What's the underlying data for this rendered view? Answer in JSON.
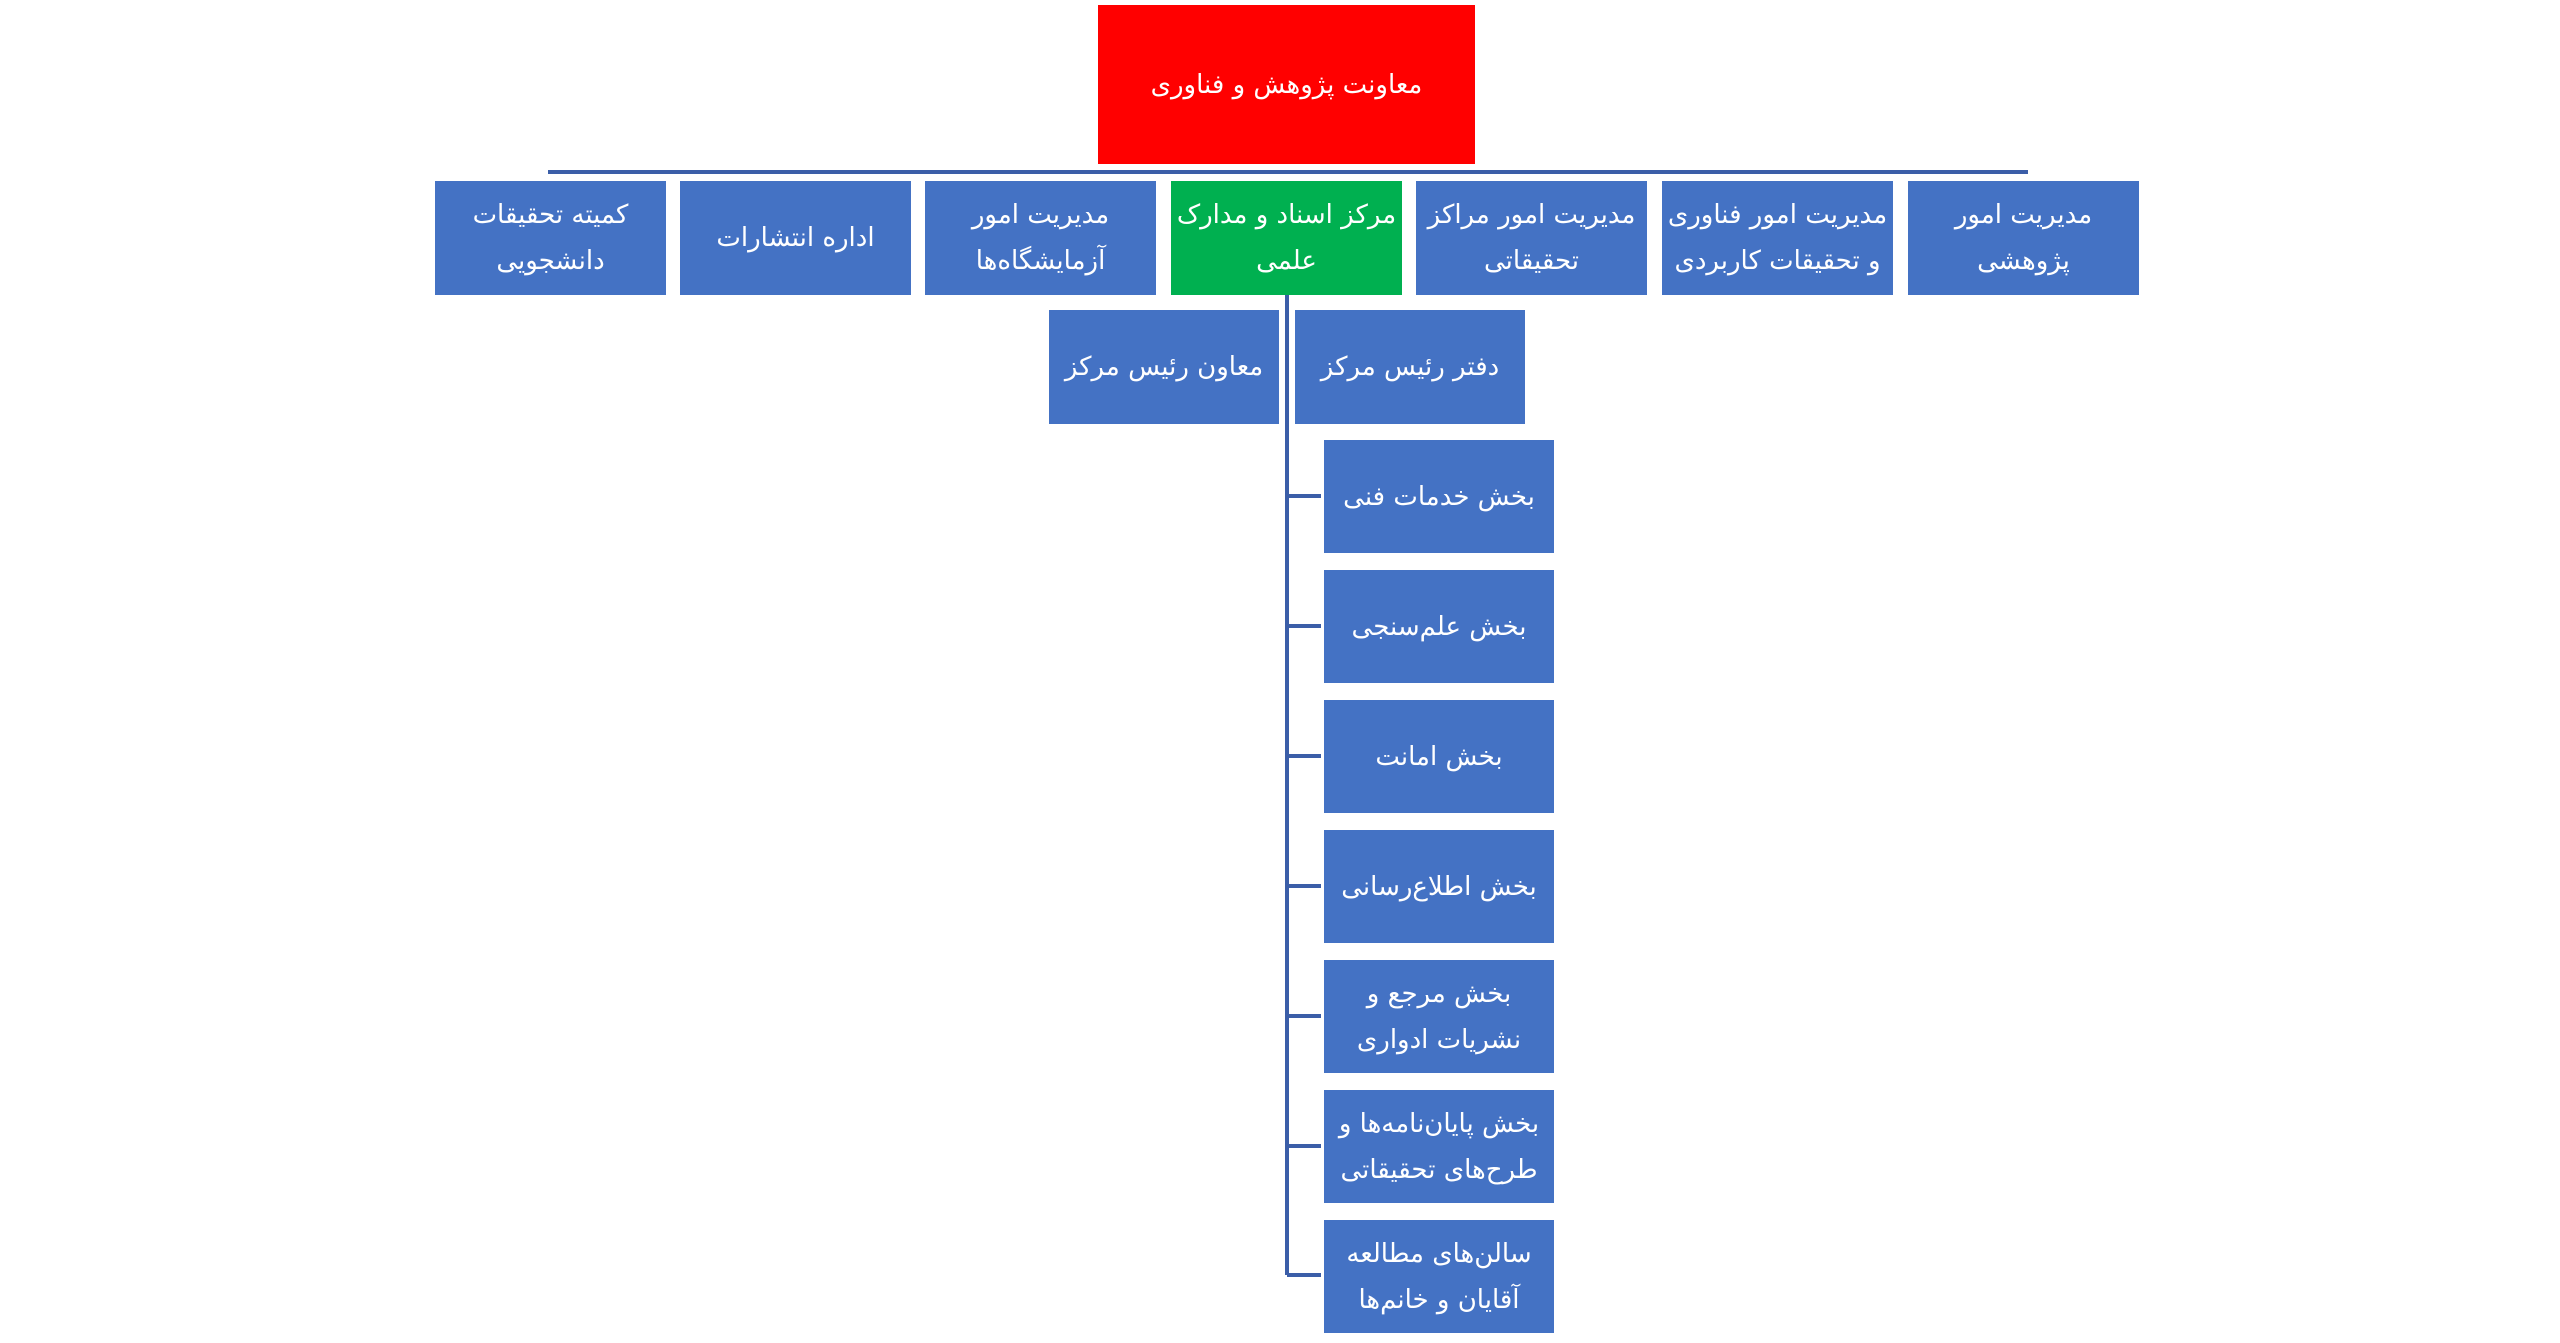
{
  "root": {
    "label": "معاونت پژوهش و فناوری",
    "color": "#ff0000"
  },
  "level1": [
    {
      "label": "کمیته تحقیقات دانشجویی"
    },
    {
      "label": "اداره انتشارات"
    },
    {
      "label": "مدیریت امور آزمایشگاه‌ها"
    },
    {
      "label": "مرکز اسناد و مدارک علمی",
      "highlight": "#00b050"
    },
    {
      "label": "مدیریت امور مراکز تحقیقاتی"
    },
    {
      "label": "مدیریت امور فناوری و تحقیقات کاربردی"
    },
    {
      "label": "مدیریت امور پژوهشی"
    }
  ],
  "level2_assistants": [
    {
      "label": "معاون رئیس مرکز"
    },
    {
      "label": "دفتر رئیس مرکز"
    }
  ],
  "sections": [
    {
      "label": "بخش خدمات فنی"
    },
    {
      "label": "بخش علم‌سنجی"
    },
    {
      "label": "بخش امانت"
    },
    {
      "label": "بخش اطلاع‌رسانی"
    },
    {
      "label": "بخش مرجع و نشریات ادواری"
    },
    {
      "label": "بخش پایان‌نامه‌ها و طرح‌های تحقیقاتی"
    },
    {
      "label": "سالن‌های مطالعه آقایان و خانم‌ها"
    }
  ],
  "colors": {
    "node": "#4472c4",
    "line": "#3b5ea8"
  }
}
